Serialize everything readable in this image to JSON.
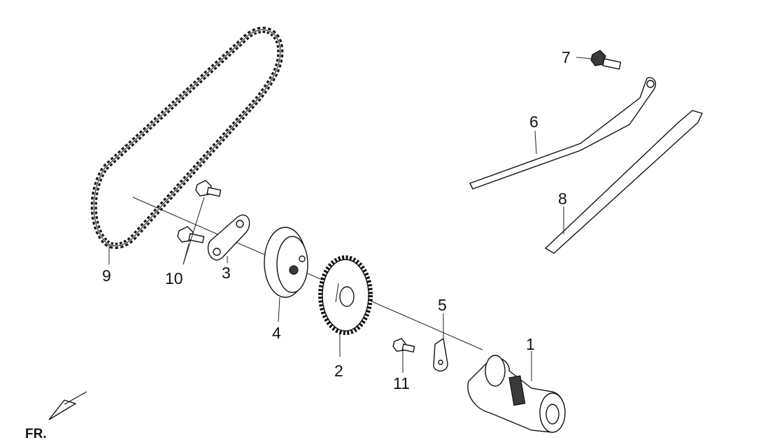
{
  "diagram": {
    "direction_label": "FR.",
    "callouts": [
      {
        "id": "1",
        "part": "camshaft"
      },
      {
        "id": "2",
        "part": "cam-sprocket"
      },
      {
        "id": "3",
        "part": "plate"
      },
      {
        "id": "4",
        "part": "decompressor-weight"
      },
      {
        "id": "5",
        "part": "lock-plate"
      },
      {
        "id": "6",
        "part": "chain-tensioner-slipper"
      },
      {
        "id": "7",
        "part": "pivot-bolt"
      },
      {
        "id": "8",
        "part": "chain-guide"
      },
      {
        "id": "9",
        "part": "cam-chain"
      },
      {
        "id": "10",
        "part": "bolts"
      },
      {
        "id": "11",
        "part": "bolt"
      }
    ]
  }
}
